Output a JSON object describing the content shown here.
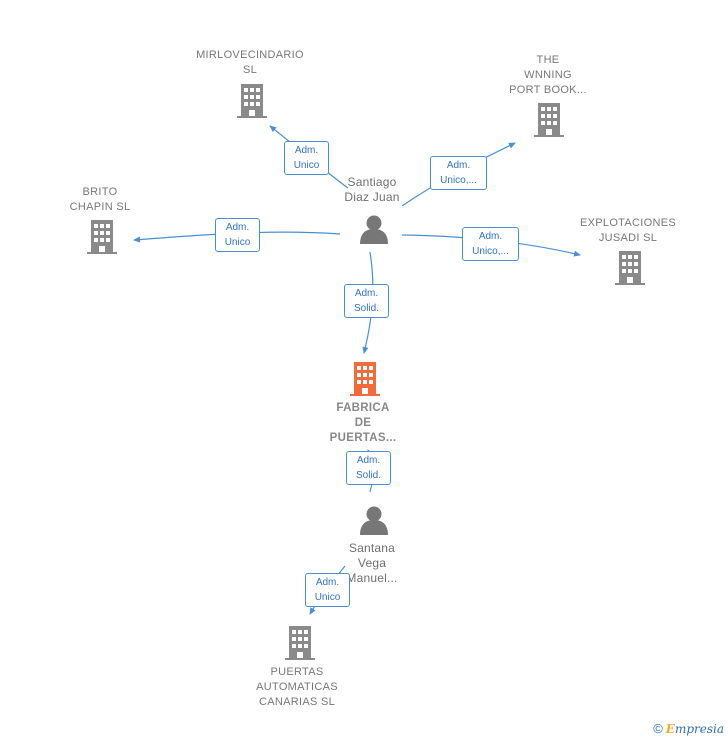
{
  "nodes": {
    "mirlovecindario": {
      "label": "MIRLOVECINDARIO\nSL"
    },
    "the_wnning": {
      "label": "THE\nWNNING\nPORT BOOK..."
    },
    "brito_chapin": {
      "label": "BRITO\nCHAPIN  SL"
    },
    "explotaciones_jusadi": {
      "label": "EXPLOTACIONES\nJUSADI  SL"
    },
    "santiago": {
      "label": "Santiago\nDiaz Juan"
    },
    "fabrica": {
      "label": "FABRICA\nDE\nPUERTAS..."
    },
    "santana": {
      "label": "Santana\nVega\nManuel..."
    },
    "puertas_automaticas": {
      "label": "PUERTAS\nAUTOMATICAS\nCANARIAS SL"
    }
  },
  "edges": {
    "santiago_mirlovecindario": "Adm.\nUnico",
    "santiago_wnning": "Adm.\nUnico,...",
    "santiago_brito": "Adm.\nUnico",
    "santiago_explotaciones": "Adm.\nUnico,...",
    "santiago_fabrica": "Adm.\nSolid.",
    "santana_fabrica": "Adm.\nSolid.",
    "santana_puertas": "Adm.\nUnico"
  },
  "footer": {
    "copyright": "©",
    "brand_first": "E",
    "brand_rest": "mpresia"
  },
  "colors": {
    "edge": "#4a8fd6",
    "building": "#8a8a8a",
    "main_building": "#f26b3a",
    "person": "#777777"
  }
}
